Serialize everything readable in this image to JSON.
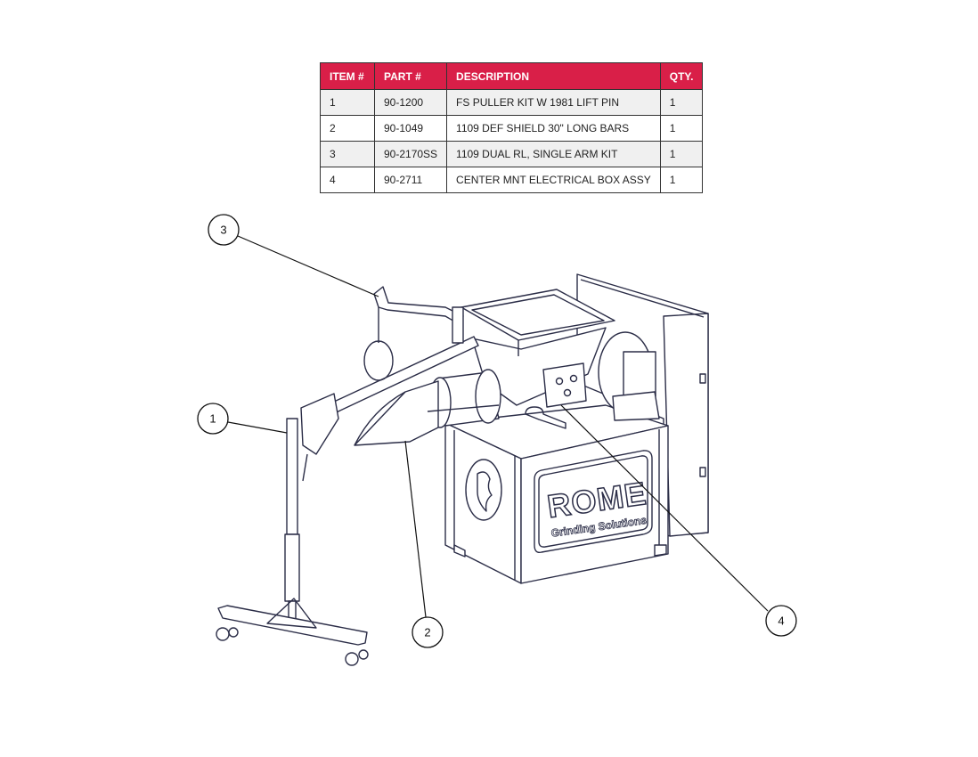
{
  "table": {
    "headers": [
      "ITEM #",
      "PART #",
      "DESCRIPTION",
      "QTY."
    ],
    "rows": [
      [
        "1",
        "90-1200",
        "FS PULLER KIT W 1981 LIFT PIN",
        "1"
      ],
      [
        "2",
        "90-1049",
        "1109 DEF SHIELD 30\" LONG BARS",
        "1"
      ],
      [
        "3",
        "90-2170SS",
        "1109 DUAL RL, SINGLE ARM KIT",
        "1"
      ],
      [
        "4",
        "90-2711",
        "CENTER MNT ELECTRICAL BOX ASSY",
        "1"
      ]
    ],
    "header_color": "#d91f48"
  },
  "callouts": [
    "1",
    "2",
    "3",
    "4"
  ],
  "logo": {
    "brand": "ROME",
    "tagline": "Grinding Solutions"
  },
  "line_color": "#2b2d47"
}
